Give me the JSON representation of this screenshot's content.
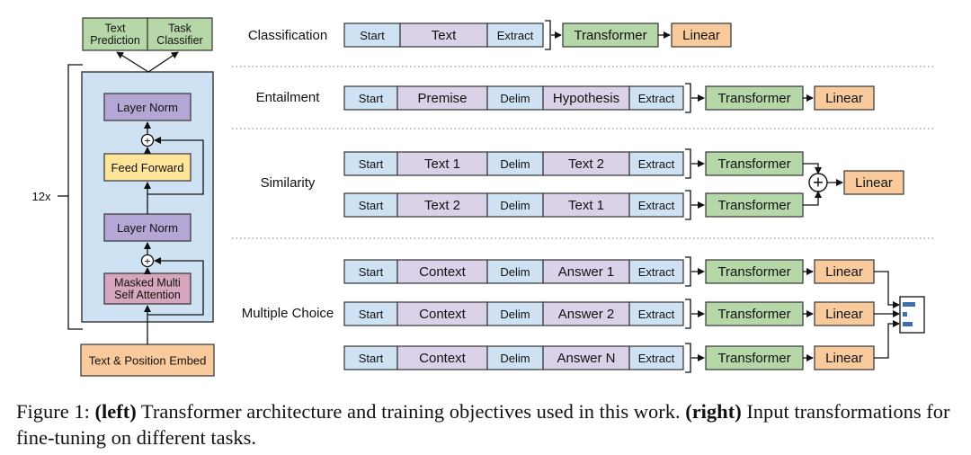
{
  "architecture": {
    "outputs": [
      "Text\nPrediction",
      "Task\nClassifier"
    ],
    "repeat_label": "12x",
    "layer_norm_top": "Layer Norm",
    "feed_forward": "Feed Forward",
    "layer_norm_bottom": "Layer Norm",
    "attention": "Masked Multi\nSelf Attention",
    "embed": "Text & Position Embed",
    "add_symbol": "+"
  },
  "tasks": [
    {
      "label": "Classification",
      "rows": [
        {
          "tokens": [
            "Start",
            "Text",
            "Extract"
          ],
          "model": "Transformer",
          "head": "Linear"
        }
      ],
      "combine": null
    },
    {
      "label": "Entailment",
      "rows": [
        {
          "tokens": [
            "Start",
            "Premise",
            "Delim",
            "Hypothesis",
            "Extract"
          ],
          "model": "Transformer",
          "head": "Linear"
        }
      ],
      "combine": null
    },
    {
      "label": "Similarity",
      "rows": [
        {
          "tokens": [
            "Start",
            "Text 1",
            "Delim",
            "Text 2",
            "Extract"
          ],
          "model": "Transformer",
          "head": null
        },
        {
          "tokens": [
            "Start",
            "Text 2",
            "Delim",
            "Text 1",
            "Extract"
          ],
          "model": "Transformer",
          "head": null
        }
      ],
      "combine": {
        "symbol": "+",
        "head": "Linear"
      }
    },
    {
      "label": "Multiple Choice",
      "rows": [
        {
          "tokens": [
            "Start",
            "Context",
            "Delim",
            "Answer 1",
            "Extract"
          ],
          "model": "Transformer",
          "head": "Linear"
        },
        {
          "tokens": [
            "Start",
            "Context",
            "Delim",
            "Answer 2",
            "Extract"
          ],
          "model": "Transformer",
          "head": "Linear"
        },
        {
          "tokens": [
            "Start",
            "Context",
            "Delim",
            "Answer N",
            "Extract"
          ],
          "model": "Transformer",
          "head": "Linear"
        }
      ],
      "combine": null
    }
  ],
  "caption": {
    "prefix": "Figure 1: ",
    "left_bold": "(left)",
    "middle": " Transformer architecture and training objectives used in this work. ",
    "right_bold": "(right)",
    "suffix": " Input transformations for fine-tuning on different tasks."
  },
  "colors": {
    "start_extract_delim": "#cfe2f3",
    "text_segment": "#d9d2e9",
    "transformer": "#b6d7a8",
    "linear": "#f9cb9c",
    "block_bg": "#cfe2f3",
    "layer_norm": "#b4a7d6",
    "feed_forward": "#ffe599",
    "attention": "#d5a6bd",
    "embed": "#f9cb9c",
    "outputs": "#b6d7a8"
  },
  "icons": {
    "add": "plus-circle-icon",
    "softmax": "softmax-bar-icon"
  }
}
